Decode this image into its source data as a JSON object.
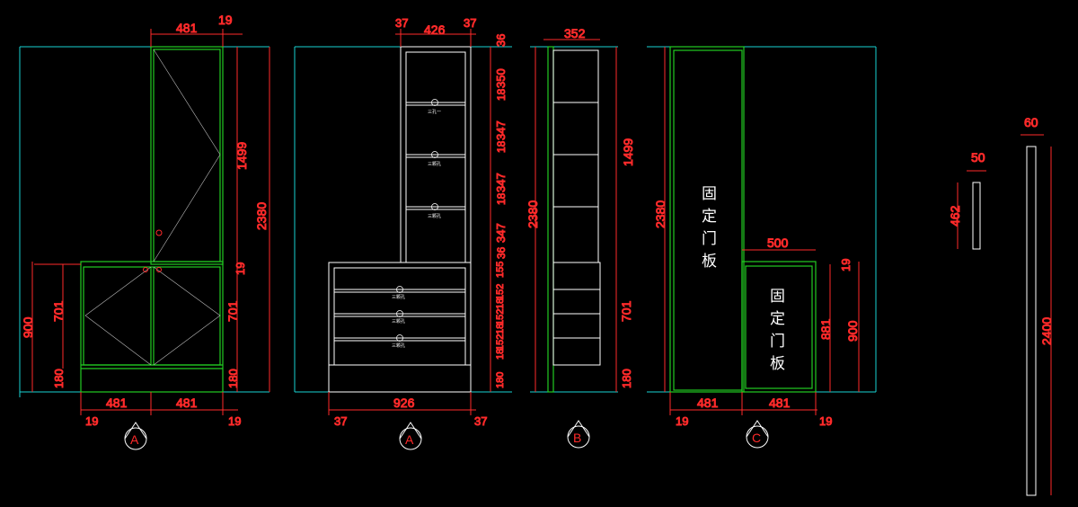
{
  "colors": {
    "background": "#000000",
    "dimension": "#ff2a2a",
    "panel": "#22cc22",
    "extension": "#19d2d2",
    "detail": "#ffffff"
  },
  "view_a": {
    "dims": [
      "481",
      "19",
      "1499",
      "2380",
      "19",
      "900",
      "701",
      "701",
      "180",
      "180",
      "481",
      "481",
      "19",
      "19"
    ],
    "section_marker": "A"
  },
  "view_a2": {
    "dims": [
      "37",
      "426",
      "37",
      "36",
      "350",
      "18",
      "347",
      "18",
      "347",
      "18",
      "347",
      "36",
      "926",
      "37",
      "37",
      "155",
      "152",
      "18",
      "152",
      "18",
      "152",
      "18",
      "180"
    ],
    "hole_label": "三孔一",
    "fixing_label": "三颗孔",
    "section_marker": "A"
  },
  "view_b": {
    "dims": [
      "352",
      "2380",
      "1499",
      "701",
      "180"
    ],
    "section_marker": "B"
  },
  "view_c": {
    "dims": [
      "2380",
      "500",
      "19",
      "881",
      "900",
      "481",
      "481",
      "19",
      "19"
    ],
    "door_tall": [
      "固",
      "定",
      "门",
      "板"
    ],
    "door_low": [
      "固",
      "定",
      "门",
      "板"
    ],
    "section_marker": "C"
  },
  "parts": {
    "small_w": "50",
    "small_h": "462",
    "tall_w": "60",
    "tall_h": "2400"
  }
}
